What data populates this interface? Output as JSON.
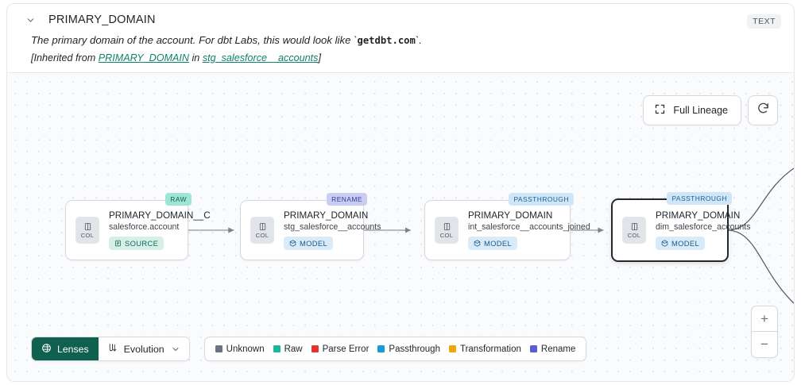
{
  "header": {
    "collapse_icon": "chevron-down-icon",
    "title": "PRIMARY_DOMAIN",
    "type_badge": "TEXT",
    "description_before": "The primary domain of the account. For dbt Labs, this would look like `",
    "description_code": "getdbt.com",
    "description_after": "`.",
    "inherited_prefix": "[Inherited from ",
    "inherited_link_column": "PRIMARY_DOMAIN",
    "inherited_middle": " in ",
    "inherited_link_model": "stg_salesforce__accounts",
    "inherited_suffix": "]"
  },
  "canvas": {
    "full_lineage_label": "Full Lineage",
    "full_lineage_icon": "expand-icon",
    "refresh_icon": "refresh-icon",
    "zoom_in": "+",
    "zoom_out": "−"
  },
  "nodes": [
    {
      "tag": "RAW",
      "tag_style": "raw",
      "chip_label": "COL",
      "title": "PRIMARY_DOMAIN__C",
      "subtitle": "salesforce.account",
      "kind": "SOURCE",
      "kind_style": "source",
      "selected": false
    },
    {
      "tag": "RENAME",
      "tag_style": "rename",
      "chip_label": "COL",
      "title": "PRIMARY_DOMAIN",
      "subtitle": "stg_salesforce__accounts",
      "kind": "MODEL",
      "kind_style": "model",
      "selected": false
    },
    {
      "tag": "PASSTHROUGH",
      "tag_style": "pass",
      "chip_label": "COL",
      "title": "PRIMARY_DOMAIN",
      "subtitle": "int_salesforce__accounts_joined",
      "kind": "MODEL",
      "kind_style": "model",
      "selected": false
    },
    {
      "tag": "PASSTHROUGH",
      "tag_style": "pass",
      "chip_label": "COL",
      "title": "PRIMARY_DOMAIN",
      "subtitle": "dim_salesforce_accounts",
      "kind": "MODEL",
      "kind_style": "model",
      "selected": true
    }
  ],
  "toolbar": {
    "lenses_label": "Lenses",
    "lenses_icon": "lens-icon",
    "evolution_label": "Evolution",
    "evolution_icon": "evolution-icon",
    "evolution_caret": "chevron-down-icon"
  },
  "legend": [
    {
      "label": "Unknown",
      "color": "#6b7280"
    },
    {
      "label": "Raw",
      "color": "#17b79a"
    },
    {
      "label": "Parse Error",
      "color": "#e3342f"
    },
    {
      "label": "Passthrough",
      "color": "#1a9ad9"
    },
    {
      "label": "Transformation",
      "color": "#f2a40c"
    },
    {
      "label": "Rename",
      "color": "#5b5bd6"
    }
  ]
}
